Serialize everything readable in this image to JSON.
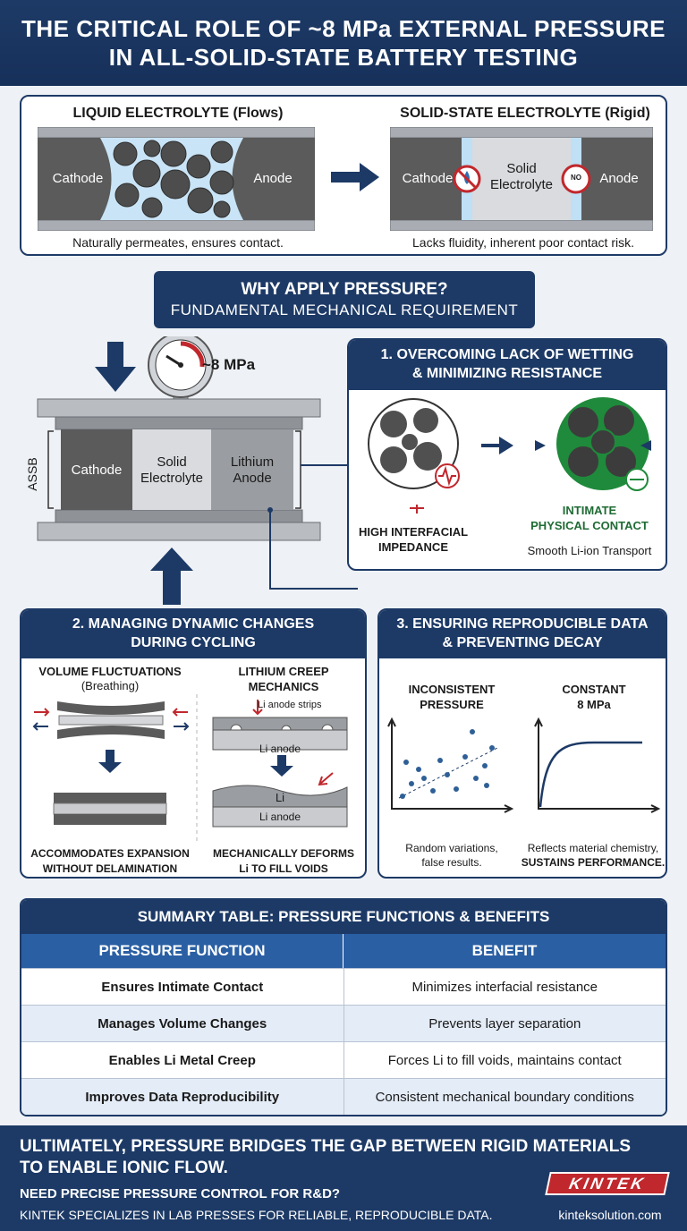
{
  "header": {
    "line1": "THE CRITICAL ROLE OF ~8 MPa EXTERNAL PRESSURE",
    "line2": "IN ALL-SOLID-STATE BATTERY TESTING"
  },
  "comparison": {
    "liquid": {
      "title": "LIQUID ELECTROLYTE (Flows)",
      "cathode": "Cathode",
      "anode": "Anode",
      "caption": "Naturally permeates, ensures contact."
    },
    "solid": {
      "title": "SOLID-STATE ELECTROLYTE (Rigid)",
      "cathode": "Cathode",
      "electrolyte_line1": "Solid",
      "electrolyte_line2": "Electrolyte",
      "anode": "Anode",
      "no_badge": "NO",
      "caption": "Lacks fluidity, inherent poor contact risk."
    }
  },
  "why": {
    "title": "WHY APPLY PRESSURE?",
    "subtitle": "FUNDAMENTAL MECHANICAL REQUIREMENT"
  },
  "press": {
    "gauge_label": "~8 MPa",
    "side_label": "ASSB",
    "cathode": "Cathode",
    "electrolyte_line1": "Solid",
    "electrolyte_line2": "Electrolyte",
    "anode_line1": "Lithium",
    "anode_line2": "Anode"
  },
  "section1": {
    "title_line1": "1. OVERCOMING LACK OF WETTING",
    "title_line2": "& MINIMIZING RESISTANCE",
    "left_line1": "HIGH INTERFACIAL",
    "left_line2": "IMPEDANCE",
    "right_line1": "INTIMATE",
    "right_line2": "PHYSICAL CONTACT",
    "right_caption": "Smooth Li-ion Transport"
  },
  "section2": {
    "title_line1": "2. MANAGING DYNAMIC CHANGES",
    "title_line2": "DURING CYCLING",
    "left_title": "VOLUME FLUCTUATIONS",
    "left_subtitle": "(Breathing)",
    "left_caption_line1": "ACCOMMODATES EXPANSION",
    "left_caption_line2": "WITHOUT DELAMINATION",
    "right_title_line1": "LITHIUM CREEP",
    "right_title_line2": "MECHANICS",
    "strips_label": "Li anode strips",
    "li_anode": "Li anode",
    "li": "Li",
    "li_anode_2": "Li anode",
    "right_caption_line1": "MECHANICALLY DEFORMS",
    "right_caption_line2": "Li TO FILL VOIDS"
  },
  "section3": {
    "title_line1": "3. ENSURING REPRODUCIBLE DATA",
    "title_line2": "& PREVENTING DECAY",
    "left_title_line1": "INCONSISTENT",
    "left_title_line2": "PRESSURE",
    "left_caption_line1": "Random variations,",
    "left_caption_line2": "false results.",
    "right_title_line1": "CONSTANT",
    "right_title_line2": "8 MPa",
    "right_caption_line1": "Reflects material chemistry,",
    "right_caption_line2": "SUSTAINS PERFORMANCE."
  },
  "summary": {
    "title": "SUMMARY TABLE: PRESSURE FUNCTIONS & BENEFITS",
    "col1": "PRESSURE FUNCTION",
    "col2": "BENEFIT",
    "rows": [
      {
        "function": "Ensures Intimate Contact",
        "benefit": "Minimizes interfacial resistance"
      },
      {
        "function": "Manages Volume Changes",
        "benefit": "Prevents layer separation"
      },
      {
        "function": "Enables Li Metal Creep",
        "benefit": "Forces Li to fill voids, maintains contact"
      },
      {
        "function": "Improves Data Reproducibility",
        "benefit": "Consistent mechanical boundary conditions"
      }
    ]
  },
  "footer": {
    "headline_line1": "ULTIMATELY, PRESSURE BRIDGES THE GAP BETWEEN RIGID MATERIALS",
    "headline_line2": "TO ENABLE IONIC FLOW.",
    "cta": "NEED PRECISE PRESSURE CONTROL FOR R&D?",
    "tagline": "KINTEK SPECIALIZES IN LAB PRESSES FOR RELIABLE, REPRODUCIBLE DATA.",
    "logo": "KINTEK",
    "website": "kinteksolution.com"
  },
  "colors": {
    "navy": "#1d3a66",
    "accent_red": "#c0282d",
    "accent_green": "#1f8a3b",
    "electrode_gray": "#5b5b5b"
  }
}
